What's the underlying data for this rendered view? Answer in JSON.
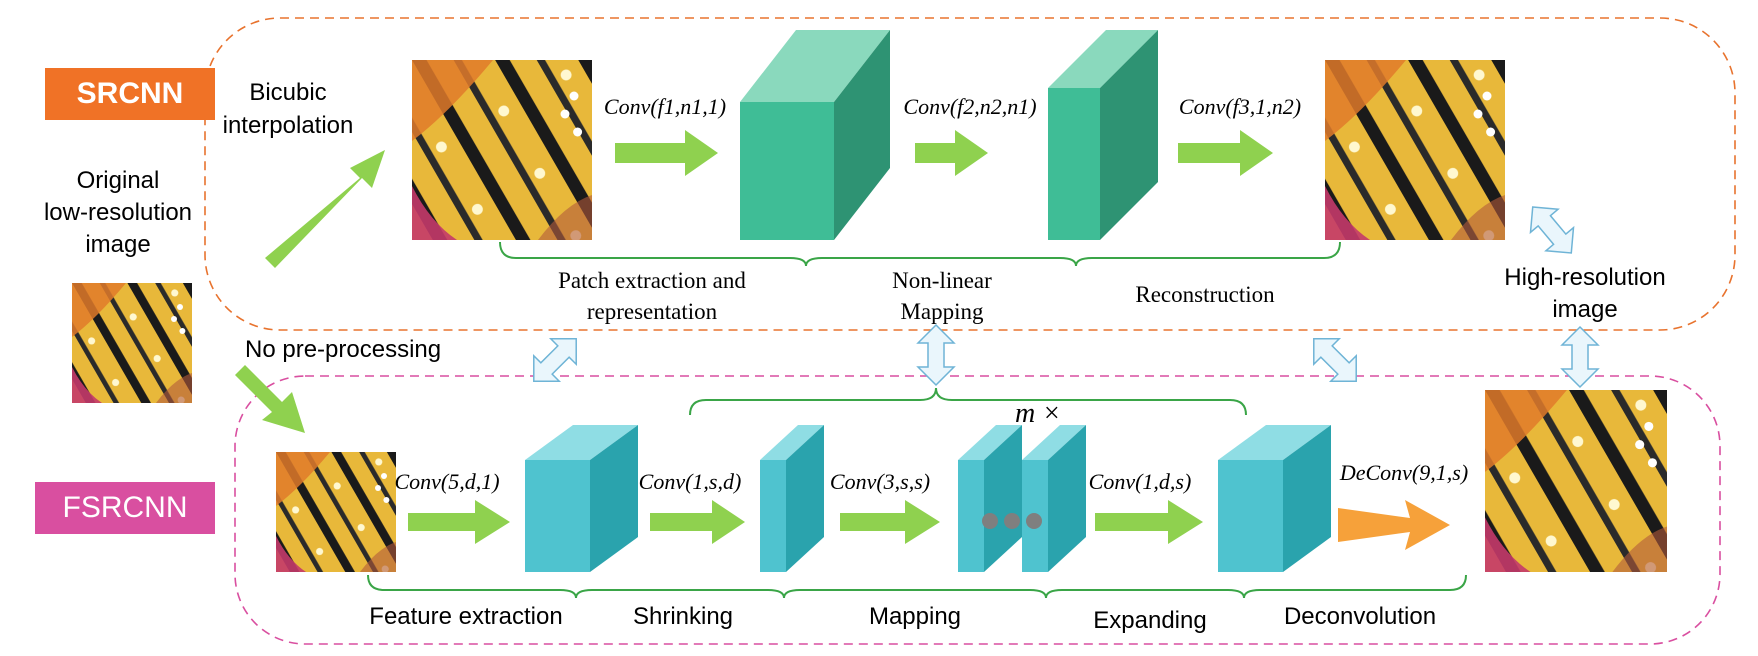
{
  "colors": {
    "srcnn_badge": "#f07226",
    "fsrcnn_badge": "#d94fa0",
    "srcnn_border": "#e8732e",
    "fsrcnn_border": "#d94fa0",
    "green_arrow": "#8fd14f",
    "orange_arrow": "#f6a13a",
    "srcnn_cube_front": "#3fbd96",
    "srcnn_cube_side": "#2e9373",
    "srcnn_cube_top": "#8ad9bd",
    "fsrcnn_cube_front": "#4fc3cf",
    "fsrcnn_cube_side": "#2aa3ad",
    "fsrcnn_cube_top": "#8fdde4",
    "brace": "#3aa547",
    "double_arrow": "#9fd3ee"
  },
  "srcnn": {
    "badge": "SRCNN",
    "input_label_line1": "Bicubic",
    "input_label_line2": "interpolation",
    "convs": [
      "Conv(f1,n1,1)",
      "Conv(f2,n2,n1)",
      "Conv(f3,1,n2)"
    ],
    "stages": [
      {
        "line1": "Patch extraction and",
        "line2": "representation"
      },
      {
        "line1": "Non-linear",
        "line2": "Mapping"
      },
      {
        "line1": "Reconstruction",
        "line2": ""
      }
    ]
  },
  "left": {
    "line1": "Original",
    "line2": "low-resolution",
    "line3": "image",
    "no_pre": "No pre-processing"
  },
  "right": {
    "line1": "High-resolution",
    "line2": "image"
  },
  "fsrcnn": {
    "badge": "FSRCNN",
    "repeat_label": "m ×",
    "convs": [
      "Conv(5,d,1)",
      "Conv(1,s,d)",
      "Conv(3,s,s)",
      "Conv(1,d,s)",
      "DeConv(9,1,s)"
    ],
    "stages": [
      "Feature extraction",
      "Shrinking",
      "Mapping",
      "Expanding",
      "Deconvolution"
    ]
  },
  "icons": {
    "butterfly": "butterfly-image",
    "double_arrow": "double-arrow-icon",
    "arrow": "arrow-right-icon",
    "dots": "ellipsis-icon"
  }
}
